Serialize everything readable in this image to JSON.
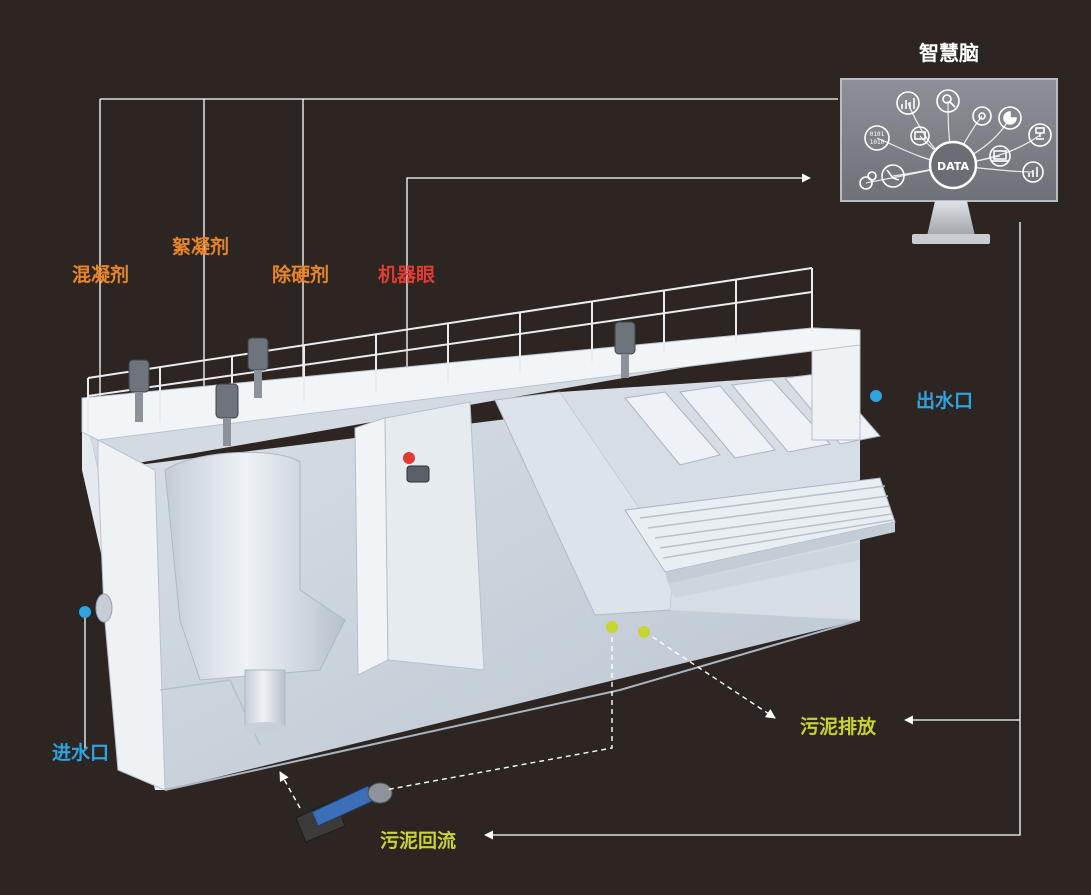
{
  "brain": {
    "title": "智慧脑",
    "hub_label": "DATA",
    "icons": [
      "bar-chart-icon",
      "magnifier-icon",
      "gear-icon",
      "pie-chart-icon",
      "binary-code-icon",
      "monitor-chart-icon",
      "flowchart-icon",
      "line-chart-icon",
      "laptop-icon",
      "bar-chart-small-icon",
      "gears-icon"
    ]
  },
  "dosing": {
    "coagulant": "混凝剂",
    "flocculant": "絮凝剂",
    "softener": "除硬剂"
  },
  "machine_eye": "机器眼",
  "outlet": "出水口",
  "inlet": "进水口",
  "sludge_discharge": "污泥排放",
  "sludge_return": "污泥回流",
  "colors": {
    "background": "#2c2522",
    "orange": "#e8842a",
    "red": "#e03a32",
    "blue": "#2ea3e0",
    "green": "#c8d432",
    "line": "#ffffff",
    "tank": "#dfe5ec"
  }
}
